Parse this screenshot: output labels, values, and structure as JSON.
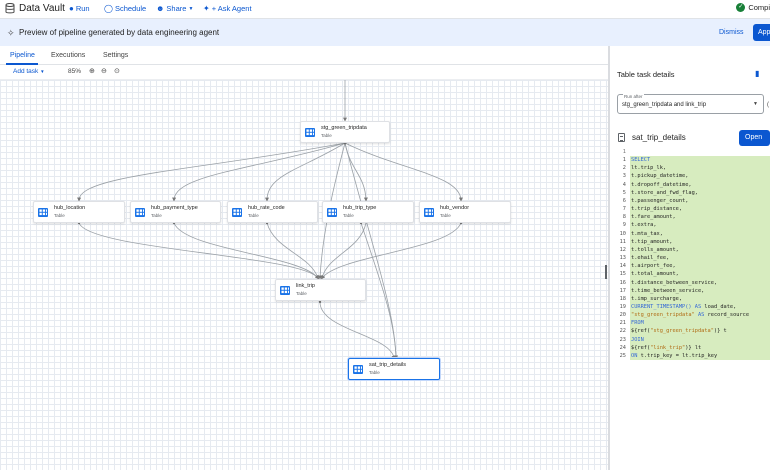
{
  "app": {
    "title": "Data Vault",
    "db_icon": "database-icon"
  },
  "toolbar": {
    "run_label": "Run",
    "schedule_label": "Schedule",
    "share_label": "Share",
    "ask_agent_label": "+ Ask Agent",
    "compile_label": "Compi"
  },
  "banner": {
    "text": "Preview of pipeline generated by data engineering agent",
    "dismiss_label": "Dismiss",
    "apply_label": "App"
  },
  "tabs": [
    {
      "label": "Pipeline",
      "active": true
    },
    {
      "label": "Executions",
      "active": false
    },
    {
      "label": "Settings",
      "active": false
    }
  ],
  "canvas_toolbar": {
    "add_task_label": "Add task",
    "zoom": "85%"
  },
  "nodes": [
    {
      "id": "stg",
      "name": "stg_green_tripdata",
      "type": "Table"
    },
    {
      "id": "hub_location",
      "name": "hub_location",
      "type": "Table"
    },
    {
      "id": "hub_payment_type",
      "name": "hub_payment_type",
      "type": "Table"
    },
    {
      "id": "hub_rate_code",
      "name": "hub_rate_code",
      "type": "Table"
    },
    {
      "id": "hub_trip_type",
      "name": "hub_trip_type",
      "type": "Table"
    },
    {
      "id": "hub_vendor",
      "name": "hub_vendor",
      "type": "Table"
    },
    {
      "id": "link_trip",
      "name": "link_trip",
      "type": "Table"
    },
    {
      "id": "sat",
      "name": "sat_trip_details",
      "type": "Table"
    }
  ],
  "panel": {
    "title": "Table task details",
    "run_after_label": "Run after",
    "run_after_value": "stg_green_tripdata and link_trip",
    "sql_name": "sat_trip_details",
    "open_label": "Open"
  },
  "code": {
    "lines": [
      {
        "n": "1",
        "text": "",
        "kind": "del"
      },
      {
        "n": "1",
        "text": "SELECT",
        "kind": "add"
      },
      {
        "n": "2",
        "text": "  lt.trip_lk,",
        "kind": "add"
      },
      {
        "n": "3",
        "text": "  t.pickup_datetime,",
        "kind": "add"
      },
      {
        "n": "4",
        "text": "  t.dropoff_datetime,",
        "kind": "add"
      },
      {
        "n": "5",
        "text": "  t.store_and_fwd_flag,",
        "kind": "add"
      },
      {
        "n": "6",
        "text": "  t.passenger_count,",
        "kind": "add"
      },
      {
        "n": "7",
        "text": "  t.trip_distance,",
        "kind": "add"
      },
      {
        "n": "8",
        "text": "  t.fare_amount,",
        "kind": "add"
      },
      {
        "n": "9",
        "text": "  t.extra,",
        "kind": "add"
      },
      {
        "n": "10",
        "text": "  t.mta_tax,",
        "kind": "add"
      },
      {
        "n": "11",
        "text": "  t.tip_amount,",
        "kind": "add"
      },
      {
        "n": "12",
        "text": "  t.tolls_amount,",
        "kind": "add"
      },
      {
        "n": "13",
        "text": "  t.ehail_fee,",
        "kind": "add"
      },
      {
        "n": "14",
        "text": "  t.airport_fee,",
        "kind": "add"
      },
      {
        "n": "15",
        "text": "  t.total_amount,",
        "kind": "add"
      },
      {
        "n": "16",
        "text": "  t.distance_between_service,",
        "kind": "add"
      },
      {
        "n": "17",
        "text": "  t.time_between_service,",
        "kind": "add"
      },
      {
        "n": "18",
        "text": "  t.imp_surcharge,",
        "kind": "add"
      },
      {
        "n": "19",
        "text": "  CURRENT_TIMESTAMP() AS load_date,",
        "kind": "add"
      },
      {
        "n": "20",
        "text": "  \"stg_green_tripdata\" AS record_source",
        "kind": "add"
      },
      {
        "n": "21",
        "text": "FROM",
        "kind": "add"
      },
      {
        "n": "22",
        "text": "  ${ref(\"stg_green_tripdata\")} t",
        "kind": "add"
      },
      {
        "n": "23",
        "text": "JOIN",
        "kind": "add"
      },
      {
        "n": "24",
        "text": "  ${ref(\"link_trip\")} lt",
        "kind": "add"
      },
      {
        "n": "25",
        "text": "  ON t.trip_key = lt.trip_key",
        "kind": "add"
      }
    ]
  },
  "colors": {
    "accent": "#0b57d0",
    "banner_bg": "#e8f0fe",
    "diff_added": "#d7ecbf",
    "diff_removed": "#f0a8a8",
    "success": "#188038"
  }
}
